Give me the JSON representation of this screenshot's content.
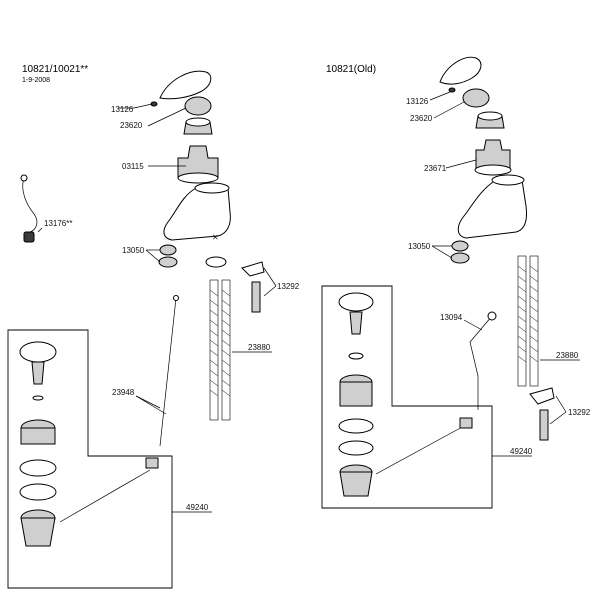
{
  "left_diagram": {
    "title": "10821/10021**",
    "date": "1-9-2008",
    "labels": {
      "p13126": "13126",
      "p23620": "23620",
      "p03115": "03115",
      "p13176": "13176**",
      "p13050": "13050",
      "p13292": "13292",
      "p23880": "23880",
      "p23948": "23948",
      "p49240": "49240"
    }
  },
  "right_diagram": {
    "title": "10821(Old)",
    "labels": {
      "p13126": "13126",
      "p23620": "23620",
      "p23671": "23671",
      "p13050": "13050",
      "p13094": "13094",
      "p23880": "23880",
      "p13292": "13292",
      "p49240": "49240"
    }
  }
}
